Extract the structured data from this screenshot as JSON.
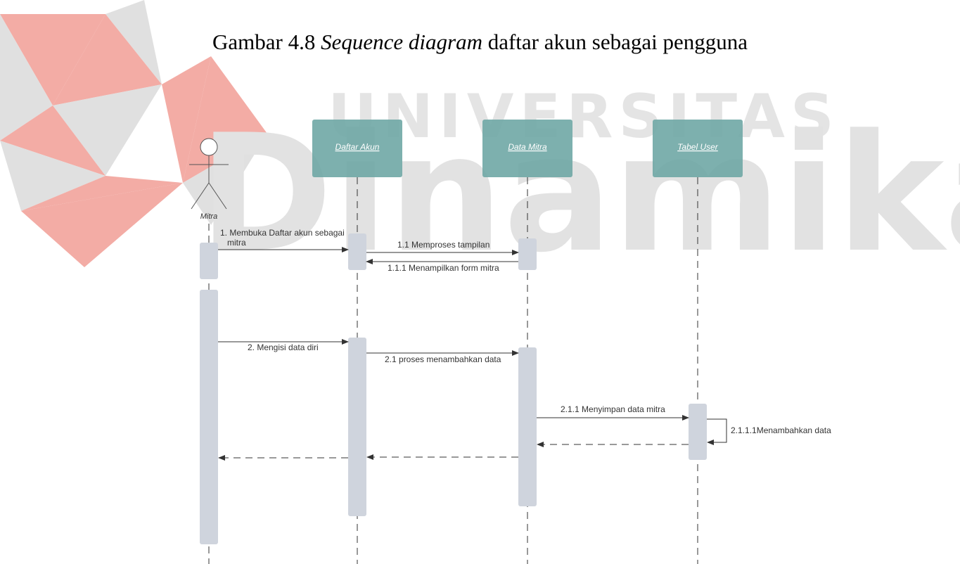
{
  "caption": {
    "prefix": "Gambar 4.8 ",
    "italic": "Sequence diagram",
    "suffix": " daftar akun sebagai pengguna"
  },
  "watermark": {
    "word_top": "UNIVERSITAS",
    "word_main": "Dinamika"
  },
  "actor": {
    "name": "Mitra"
  },
  "lifelines": [
    {
      "name": "Daftar Akun"
    },
    {
      "name": "Data Mitra"
    },
    {
      "name": "Tabel User"
    }
  ],
  "messages": [
    {
      "label_line1": "1. Membuka Daftar akun sebagai",
      "label_line2": "mitra",
      "style": "solid"
    },
    {
      "label": "1.1 Memproses tampilan",
      "style": "solid"
    },
    {
      "label": "1.1.1 Menampilkan form mitra",
      "style": "solid"
    },
    {
      "label": "2. Mengisi data diri",
      "style": "solid"
    },
    {
      "label": "2.1 proses menambahkan data",
      "style": "solid"
    },
    {
      "label": "2.1.1 Menyimpan data mitra",
      "style": "solid"
    },
    {
      "label": "2.1.1.1Menambahkan data",
      "style": "self"
    },
    {
      "label": "",
      "style": "dashed"
    },
    {
      "label": "",
      "style": "dashed"
    },
    {
      "label": "",
      "style": "dashed"
    }
  ],
  "colors": {
    "header_box": "#6fa7a5",
    "activation": "#cfd4dd",
    "watermark_red": "#f2a39b",
    "watermark_gray": "#dddddd"
  }
}
